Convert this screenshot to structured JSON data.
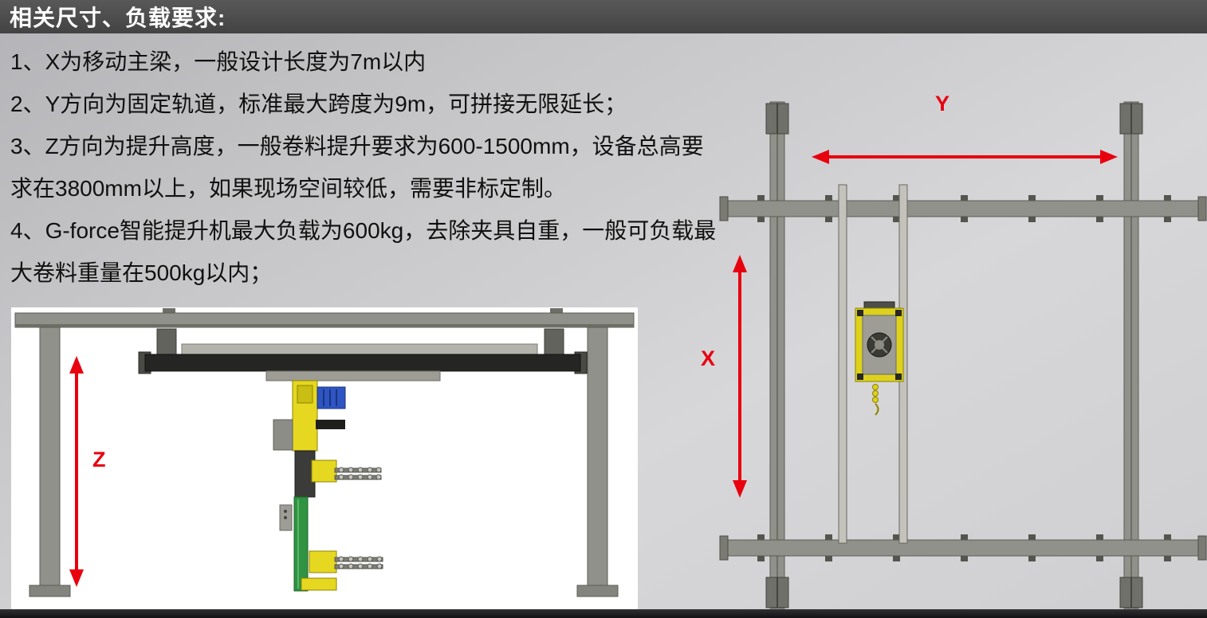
{
  "slide": {
    "title": "相关尺寸、负载要求:",
    "bullets": [
      "1、X为移动主梁，一般设计长度为7m以内",
      "2、Y方向为固定轨道，标准最大跨度为9m，可拼接无限延长；",
      "3、Z方向为提升高度，一般卷料提升要求为600-1500mm，设备总高要求在3800mm以上，如果现场空间较低，需要非标定制。",
      "4、G-force智能提升机最大负载为600kg，去除夹具自重，一般可负载最大卷料重量在500kg以内；"
    ]
  },
  "diagrams": {
    "side_view": {
      "axis_label": "Z"
    },
    "top_view": {
      "axis_label_x": "X",
      "axis_label_y": "Y"
    }
  },
  "colors": {
    "title_bar_bg": "#4c4c4c",
    "dimension_arrow_red": "#e8000f",
    "machine_yellow": "#ddd11d",
    "mast_green": "#2f9342",
    "motor_blue": "#2e55c2",
    "frame_gray": "#91918b"
  }
}
